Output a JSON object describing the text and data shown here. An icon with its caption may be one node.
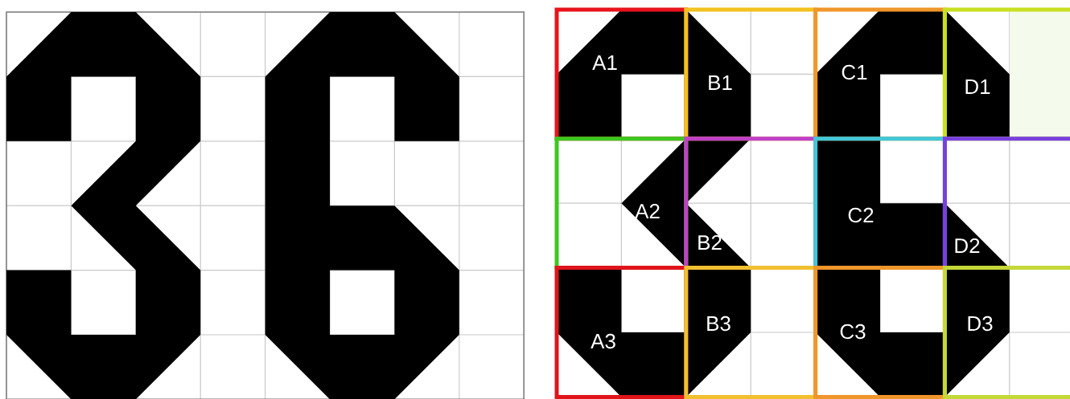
{
  "diagram": {
    "nodes": [
      {
        "text": [
          "A1"
        ]
      },
      {
        "text": [
          "B1"
        ]
      },
      {
        "text": [
          "C1"
        ]
      },
      {
        "text": [
          "D1"
        ]
      },
      {
        "text": [
          "A2"
        ]
      },
      {
        "text": [
          "B2"
        ]
      },
      {
        "text": [
          "C2"
        ]
      },
      {
        "text": [
          "D2"
        ]
      },
      {
        "text": [
          "A3"
        ]
      },
      {
        "text": [
          "B3"
        ]
      },
      {
        "text": [
          "C3"
        ]
      },
      {
        "text": [
          "D3"
        ]
      }
    ]
  }
}
